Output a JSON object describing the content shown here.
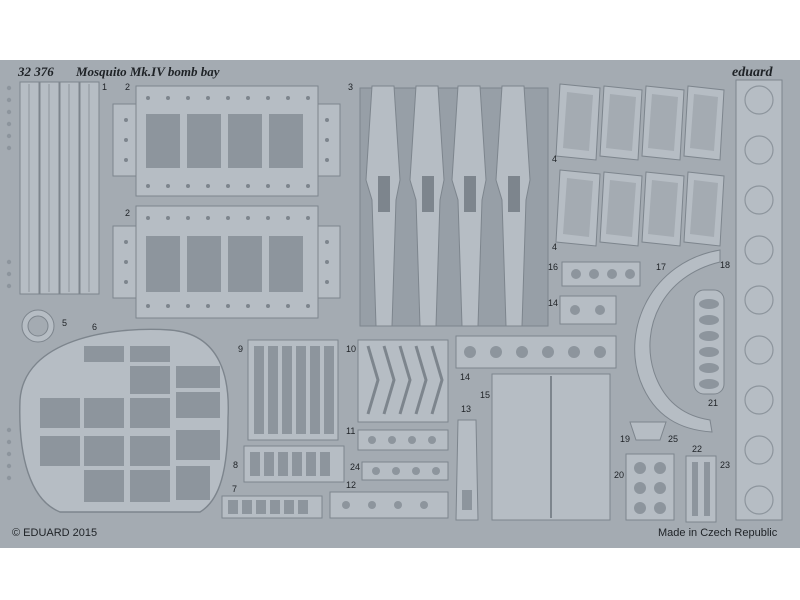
{
  "sheet": {
    "catalog_number": "32 376",
    "title": "Mosquito Mk.IV bomb bay",
    "brand": "eduard",
    "copyright": "© EDUARD 2015",
    "origin": "Made in Czech Republic"
  },
  "part_labels": [
    "1",
    "2",
    "2",
    "3",
    "4",
    "4",
    "5",
    "6",
    "7",
    "8",
    "9",
    "10",
    "11",
    "12",
    "13",
    "14",
    "14",
    "15",
    "16",
    "17",
    "18",
    "19",
    "20",
    "21",
    "22",
    "23",
    "24",
    "25"
  ],
  "colors": {
    "fret": "#a4abb2",
    "fret_edge": "#7d858d",
    "part": "#b6bdc4",
    "part_light": "#c7cdd3",
    "part_dark": "#8d959d",
    "text": "#1e2226",
    "background": "#ffffff"
  }
}
